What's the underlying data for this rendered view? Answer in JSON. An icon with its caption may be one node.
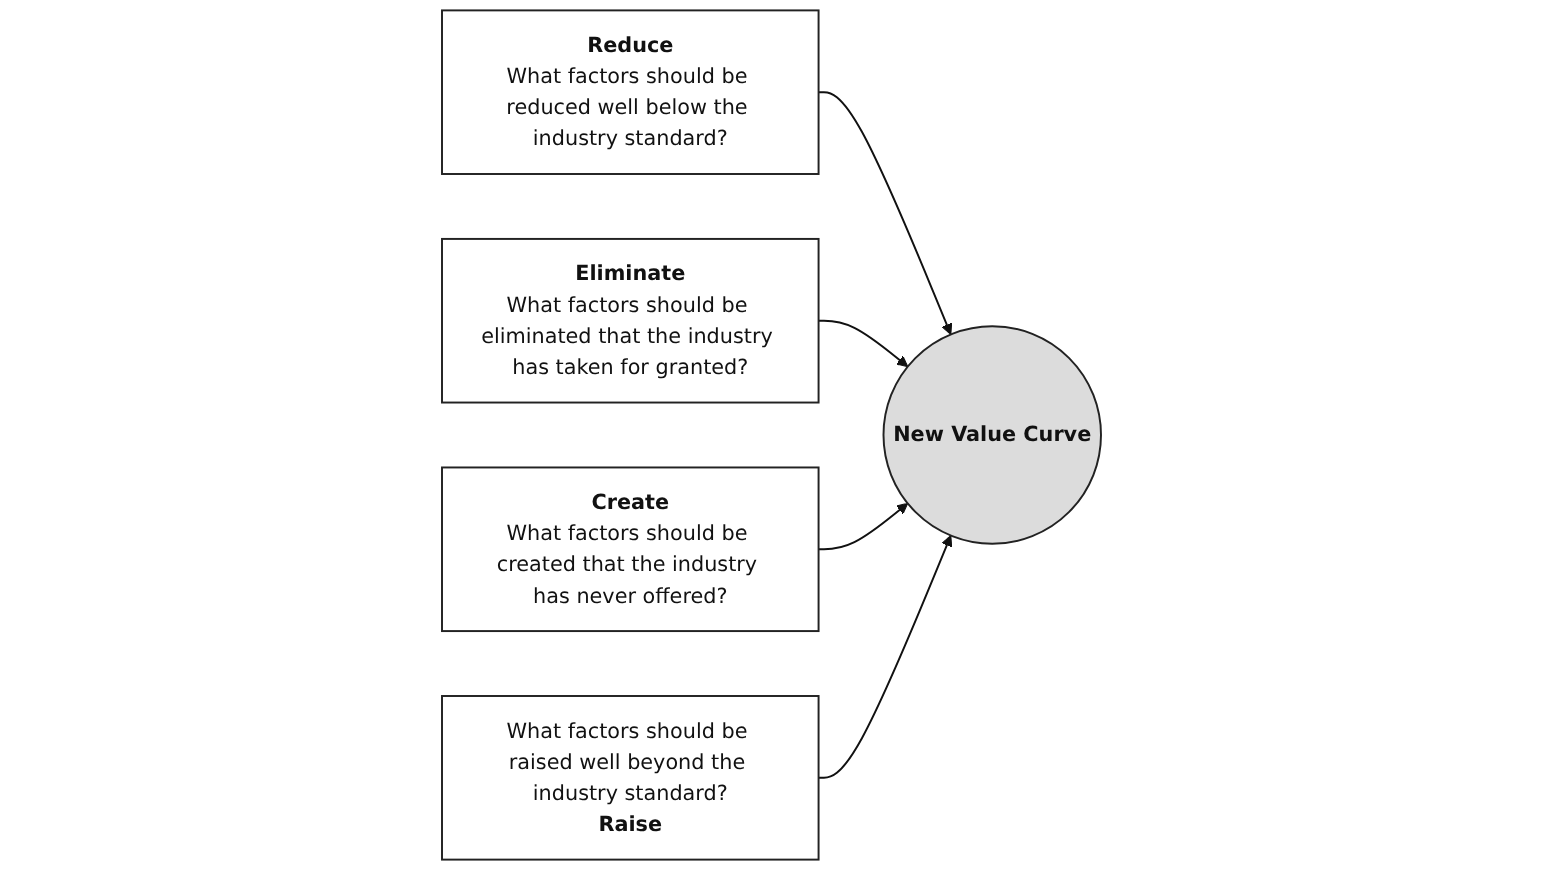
{
  "diagram": {
    "nodes": [
      {
        "text": [
          "Reduce",
          "What factors should be reduced well below the industry standard?"
        ]
      },
      {
        "text": [
          "Eliminate",
          "What factors should be eliminated that the industry has taken for granted?"
        ]
      },
      {
        "text": [
          "New Value Curve"
        ]
      },
      {
        "text": [
          "Create",
          "What factors should be created that the industry has never offered?"
        ]
      },
      {
        "text": [
          "What factors should be raised well beyond the industry standard?",
          "Raise"
        ]
      }
    ],
    "edges": [
      {
        "from": 0,
        "to": 2,
        "arrow": "to"
      },
      {
        "from": 1,
        "to": 2,
        "arrow": "to"
      },
      {
        "from": 3,
        "to": 2,
        "arrow": "to"
      },
      {
        "from": 4,
        "to": 2,
        "arrow": "to"
      }
    ]
  }
}
